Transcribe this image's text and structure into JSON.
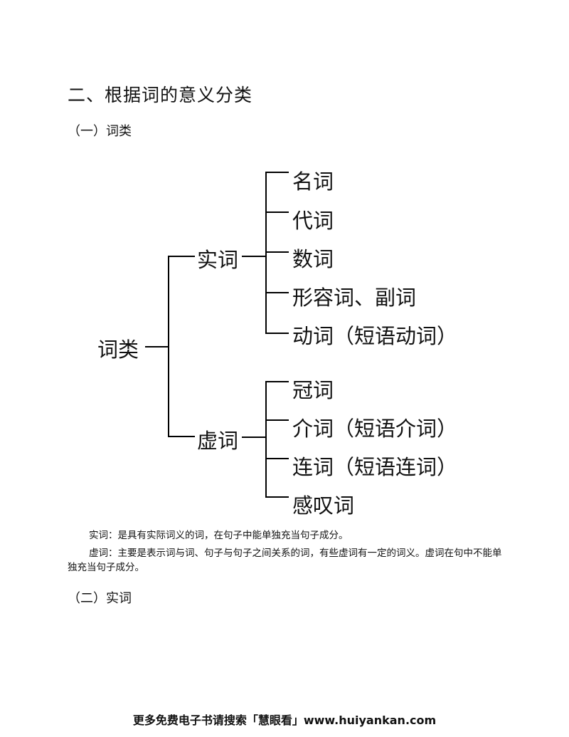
{
  "heading": "二、根据词的意义分类",
  "subheading1": "（一）词类",
  "subheading2": "（二）实词",
  "diagram": {
    "root": "词类",
    "branch1": {
      "label": "实词",
      "items": [
        "名词",
        "代词",
        "数词",
        "形容词、副词",
        "动词（短语动词）"
      ]
    },
    "branch2": {
      "label": "虚词",
      "items": [
        "冠词",
        "介词（短语介词）",
        "连词（短语连词）",
        "感叹词"
      ]
    }
  },
  "paragraph1": "实词：是具有实际词义的词，在句子中能单独充当句子成分。",
  "paragraph2": "虚词：主要是表示词与词、句子与句子之间关系的词，有些虚词有一定的词义。虚词在句中不能单独充当句子成分。",
  "footer": "更多免费电子书请搜索「慧眼看」www.huiyankan.com"
}
